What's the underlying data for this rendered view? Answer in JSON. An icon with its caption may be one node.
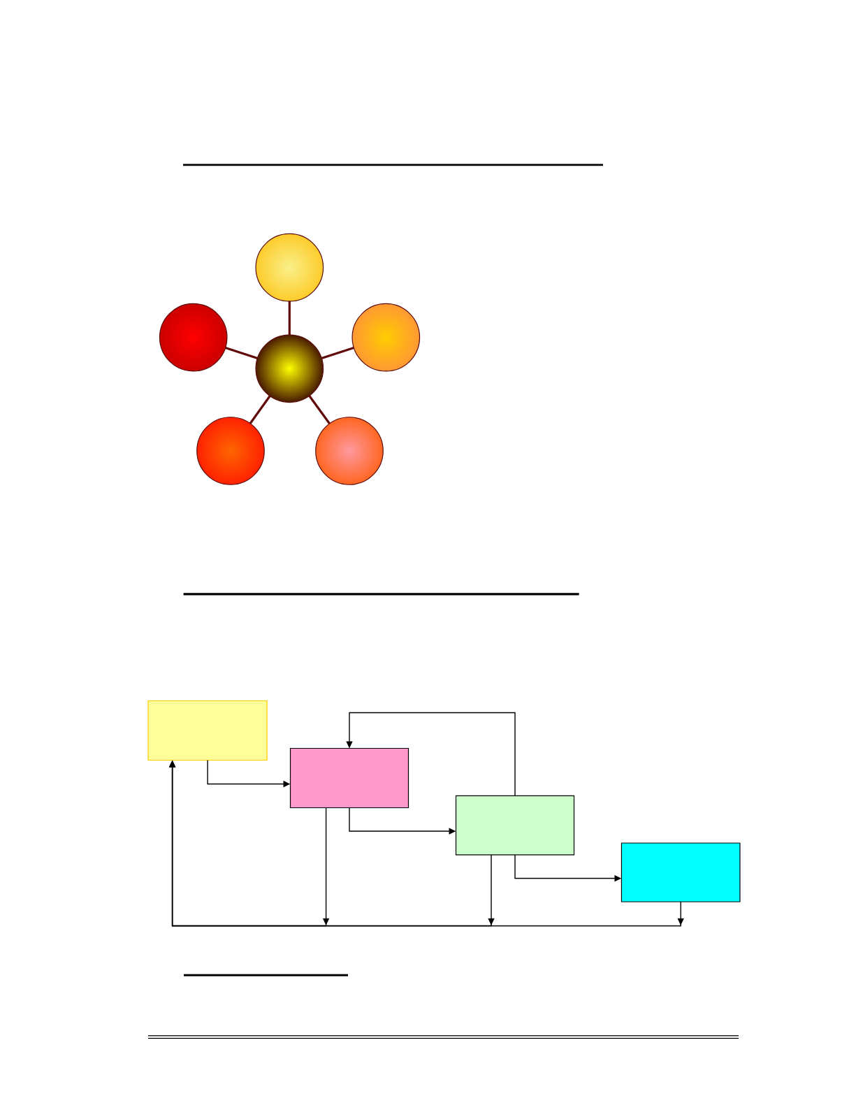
{
  "diagram": {
    "nodes": [
      {
        "text": [],
        "shape": "circle"
      },
      {
        "text": [],
        "shape": "circle"
      },
      {
        "text": [],
        "shape": "circle"
      },
      {
        "text": [],
        "shape": "circle"
      },
      {
        "text": [],
        "shape": "circle"
      },
      {
        "text": [],
        "shape": "circle"
      },
      {
        "text": [],
        "shape": "box"
      },
      {
        "text": [],
        "shape": "box"
      },
      {
        "text": [],
        "shape": "box"
      },
      {
        "text": [],
        "shape": "box"
      }
    ],
    "edges": [
      {
        "from": 3,
        "to": 0,
        "arrow": "none",
        "color": "#600a0a"
      },
      {
        "from": 3,
        "to": 1,
        "arrow": "none",
        "color": "#600a0a"
      },
      {
        "from": 3,
        "to": 2,
        "arrow": "none",
        "color": "#600a0a"
      },
      {
        "from": 3,
        "to": 4,
        "arrow": "none",
        "color": "#600a0a"
      },
      {
        "from": 3,
        "to": 5,
        "arrow": "none",
        "color": "#600a0a"
      },
      {
        "from": 6,
        "to": 7,
        "arrow": "to"
      },
      {
        "from": 7,
        "to": 8,
        "arrow": "to"
      },
      {
        "from": 8,
        "to": 7,
        "arrow": "to"
      },
      {
        "from": 8,
        "to": 9,
        "arrow": "to"
      },
      {
        "from": 7,
        "to": 6,
        "arrow": "to"
      },
      {
        "from": 8,
        "to": 6,
        "arrow": "to"
      },
      {
        "from": 9,
        "to": 6,
        "arrow": "to"
      }
    ]
  }
}
